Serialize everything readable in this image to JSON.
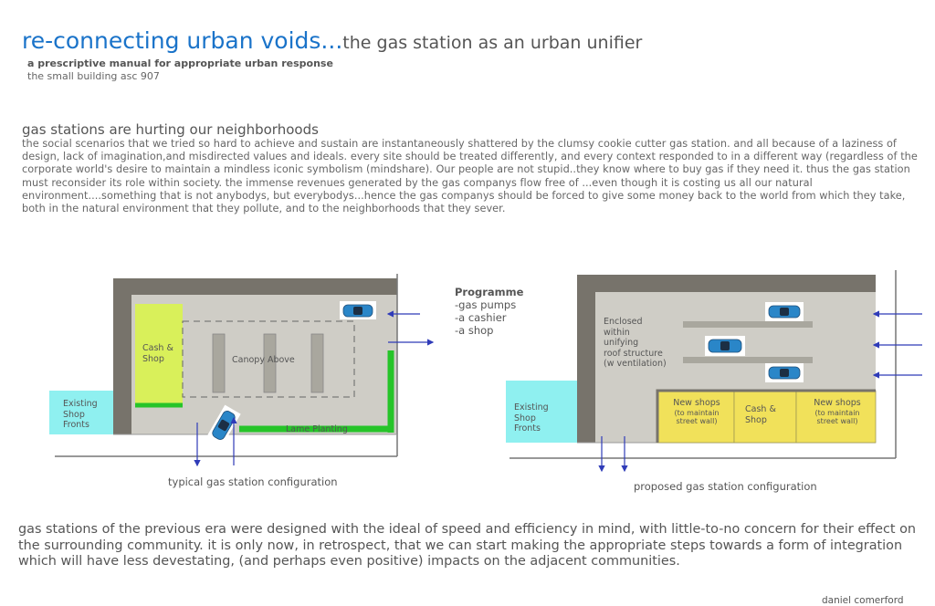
{
  "header": {
    "title_main": "re-connecting urban voids...",
    "title_rest": "the gas station as an urban unifier",
    "subtitle": "a prescriptive manual for appropriate urban response",
    "course": "the small building asc 907"
  },
  "essay": {
    "heading": "gas stations are hurting our neighborhoods",
    "body": "the social scenarios that we tried so hard to achieve and sustain are instantaneously shattered  by the clumsy cookie cutter gas station.   and all because of a laziness of design, lack of imagination,and misdirected values and ideals.  every site should be treated differently, and every context responded to in a different way (regardless of the corporate world's desire to maintain a mindless iconic symbolism (mindshare).   Our  people are not stupid..they know where to buy gas if they need it.  thus the gas station must reconsider its role within society.   the immense revenues generated by the gas companys flow free of ...even though it is costing us all our natural environment....something that is not anybodys, but everybodys...hence the gas companys should be forced to give some money back to the world from which they take, both in the natural environment that they pollute, and to the neighborhoods that they sever."
  },
  "programme": {
    "title": "Programme",
    "items": [
      "-gas pumps",
      "-a cashier",
      "-a shop"
    ]
  },
  "diagram_typical": {
    "caption": "typical gas station configuration",
    "existing_shops": [
      "Existing",
      "Shop",
      "Fronts"
    ],
    "cash_shop": [
      "Cash &",
      "Shop"
    ],
    "canopy": "Canopy Above",
    "planting": "Lame Planting"
  },
  "diagram_proposed": {
    "caption": "proposed gas station configuration",
    "existing_shops": [
      "Existing",
      "Shop",
      "Fronts"
    ],
    "enclosed": [
      "Enclosed",
      "within",
      "unifying",
      "roof structure",
      "(w ventilation)"
    ],
    "new_shops_left": [
      "New shops",
      "(to maintain",
      "street wall)"
    ],
    "cash_shop": [
      "Cash &",
      "Shop"
    ],
    "new_shops_right": [
      "New shops",
      "(to maintain",
      "street wall)"
    ]
  },
  "conclusion": "gas stations of the previous era were designed with the ideal of speed and efficiency in mind, with little-to-no concern for their effect on the surrounding community.   it is only now, in retrospect, that we can start making the  appropriate steps towards a form of integration which will have less devestating, (and perhaps even positive) impacts on the adjacent communities.",
  "author": "daniel comerford",
  "colors": {
    "title_blue": "#1a73c9",
    "wall": "#77736b",
    "lot": "#cfcdc6",
    "cash_shop_typical": "#d9f05a",
    "shops_proposed": "#f1e15a",
    "existing": "#8ff0f0",
    "planting": "#26c429",
    "arrow": "#2f3bb8",
    "car": "#2a86c8"
  }
}
